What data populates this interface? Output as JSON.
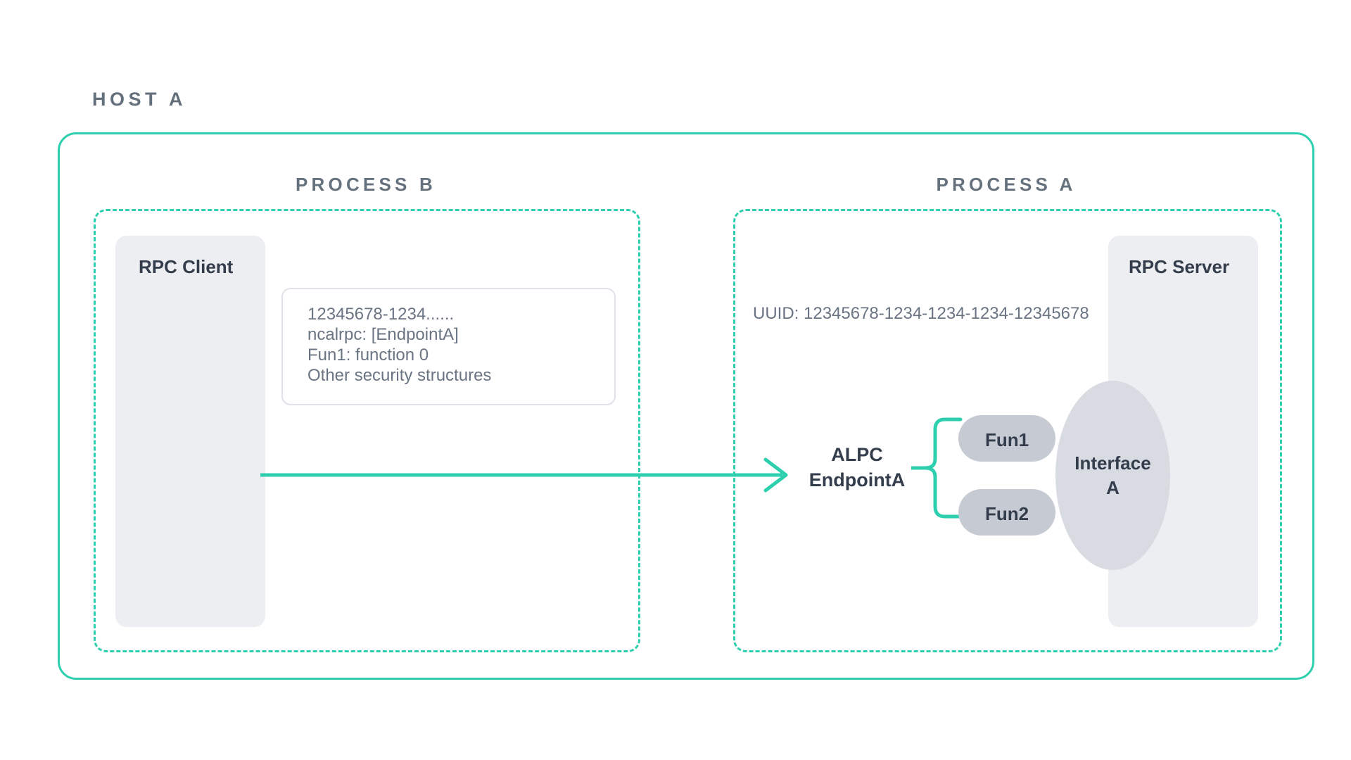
{
  "diagram": {
    "title": "HOST A",
    "colors": {
      "accent_teal": "#2ECFAE",
      "panel_grey": "#EDEEF2",
      "pill_grey": "#C5CAD3",
      "ellipse_grey": "#D8DBE2",
      "label_grey": "#66717E",
      "body_text": "#6A7483",
      "heading_text": "#343D4C"
    },
    "processes": [
      {
        "id": "process-b",
        "label": "PROCESS B"
      },
      {
        "id": "process-a",
        "label": "PROCESS A"
      }
    ],
    "actors": {
      "client": {
        "label": "RPC Client"
      },
      "server": {
        "label": "RPC Server"
      }
    },
    "message_card": {
      "lines": [
        "12345678-1234......",
        "ncalrpc: [EndpointA]",
        "Fun1: function 0",
        "Other security structures"
      ]
    },
    "uuid": "UUID: 12345678-1234-1234-1234-12345678",
    "endpoint": {
      "line1": "ALPC",
      "line2": "EndpointA"
    },
    "functions": [
      {
        "label": "Fun1"
      },
      {
        "label": "Fun2"
      }
    ],
    "interface": {
      "line1": "Interface",
      "line2": "A"
    }
  }
}
